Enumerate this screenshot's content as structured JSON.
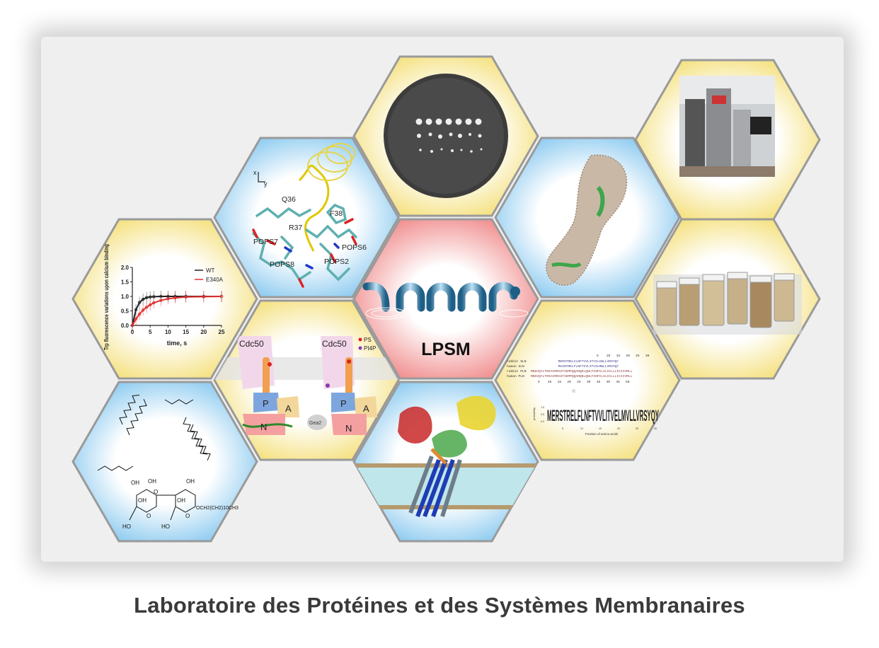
{
  "caption": "Laboratoire des Protéines et des Systèmes Membranaires",
  "colors": {
    "yellow": "#f3dc6a",
    "blue": "#7cc3ee",
    "red": "#ef7f80",
    "border": "#9a9a9a",
    "caption": "#3a3a3a"
  },
  "logo": {
    "text": "LPSM",
    "color": "#2a7aa6"
  },
  "structure": {
    "axis_x": "x",
    "axis_y": "y",
    "labels": [
      "Q36",
      "F38",
      "R37",
      "POPS7",
      "POPS6",
      "POPS8",
      "POPS2"
    ]
  },
  "cdc50": {
    "left": {
      "cdc50": "Cdc50",
      "p": "P",
      "a": "A",
      "n": "N"
    },
    "right": {
      "cdc50": "Cdc50",
      "p": "P",
      "a": "A",
      "n": "N",
      "gea2": "Gea2"
    },
    "legend": [
      "PS",
      "PI4P"
    ]
  },
  "alignment": {
    "top_ticks": "5    10   15   20   25   30",
    "rows": [
      {
        "name": "rabbit SLN",
        "seq": "              MERSTRELCLNFTVVLITVILIWLLVRSYQY"
      },
      {
        "name": "human SLN",
        "seq": "              MGINTRELFLNFTIVLITVILMWLLVRSYQY"
      },
      {
        "name": "rabbit PLN",
        "seq": "MEKVQYLTRSAIRRASTIEMPQQARQKLQNLFINFCLILICLLLICIIVMLL"
      },
      {
        "name": "human PLN",
        "seq": "MEKVQYLTRSAIRRASTIEMPQQARQNLQNLFINFCLILICLLLICIIVMLL"
      }
    ],
    "bottom_ticks": "5    10   15   20   25   30   35   40   45   50",
    "logo_seq": "MERSTRELFLNFTVVLITVELMVLLVRSYQY",
    "logo_ylabel": "probability",
    "logo_xlabel": "Position of amino-acids",
    "logo_yticks": [
      "1.0",
      "0.5",
      "0.0"
    ],
    "logo_xticks": [
      "5",
      "10",
      "15",
      "20",
      "25",
      "30"
    ]
  },
  "lipid": {
    "oh": [
      "OH",
      "OH",
      "OH",
      "OH",
      "OH"
    ],
    "ho": [
      "HO",
      "HO"
    ],
    "o": [
      "O",
      "O",
      "O"
    ],
    "tail": "OCH2(CH2)10CH3"
  },
  "chart_data": {
    "type": "line",
    "title": "",
    "xlabel": "time, s",
    "ylabel": "Trp fluorescence variations upon calcium binding",
    "xlim": [
      0,
      25
    ],
    "ylim": [
      0,
      2.0
    ],
    "xticks": [
      "0",
      "5",
      "10",
      "15",
      "20",
      "25"
    ],
    "yticks": [
      "0.0",
      "0.5",
      "1.0",
      "1.5",
      "2.0"
    ],
    "legend_position": "top-right",
    "x": [
      0,
      1,
      2,
      3,
      4,
      5,
      6,
      8,
      10,
      12,
      15,
      20,
      25
    ],
    "series": [
      {
        "name": "WT",
        "color": "#222222",
        "values": [
          0,
          0.54,
          0.79,
          0.9,
          0.96,
          0.98,
          0.99,
          1.0,
          1.0,
          1.0,
          1.0,
          1.0,
          1.0
        ]
      },
      {
        "name": "E340A",
        "color": "#e03030",
        "values": [
          0,
          0.22,
          0.39,
          0.53,
          0.63,
          0.71,
          0.78,
          0.86,
          0.92,
          0.95,
          0.98,
          0.99,
          1.0
        ]
      }
    ]
  }
}
